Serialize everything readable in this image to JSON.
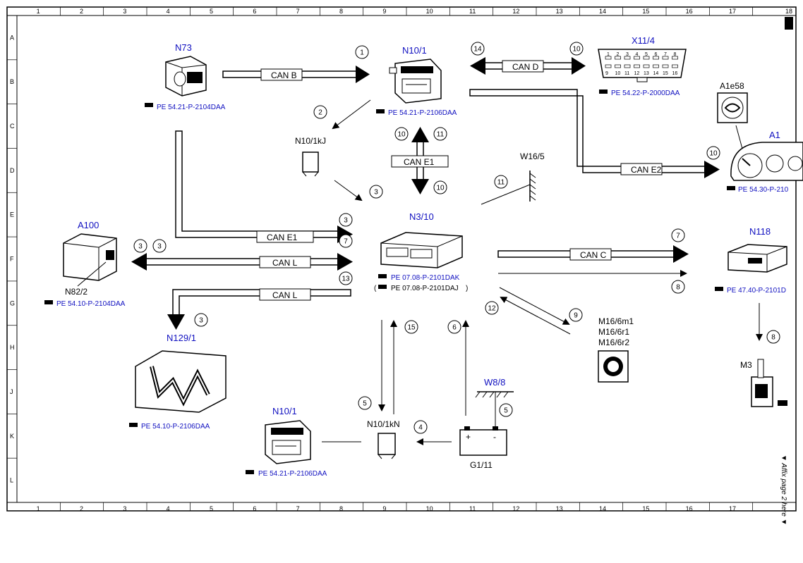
{
  "grid": {
    "columns": [
      "1",
      "2",
      "3",
      "4",
      "5",
      "6",
      "7",
      "8",
      "9",
      "10",
      "11",
      "12",
      "13",
      "14",
      "15",
      "16",
      "17",
      "18"
    ],
    "rows": [
      "A",
      "B",
      "C",
      "D",
      "E",
      "F",
      "G",
      "H",
      "J",
      "K",
      "L"
    ]
  },
  "components": {
    "n73": {
      "label": "N73",
      "ref": "PE 54.21-P-2104DAA"
    },
    "n10_1_top": {
      "label": "N10/1",
      "ref": "PE 54.21-P-2106DAA"
    },
    "x11_4": {
      "label": "X11/4",
      "ref": "PE 54.22-P-2000DAA"
    },
    "a1e58": {
      "label": "A1e58"
    },
    "a1": {
      "label": "A1",
      "ref": "PE 54.30-P-210"
    },
    "n10_1kj": {
      "label": "N10/1kJ"
    },
    "w16_5": {
      "label": "W16/5"
    },
    "a100": {
      "label": "A100"
    },
    "n82_2": {
      "label": "N82/2",
      "ref": "PE 54.10-P-2104DAA"
    },
    "n3_10": {
      "label": "N3/10",
      "ref": "PE 07.08-P-2101DAK",
      "ref_alt": "PE 07.08-P-2101DAJ"
    },
    "n118": {
      "label": "N118",
      "ref": "PE 47.40-P-2101D"
    },
    "n129_1": {
      "label": "N129/1",
      "ref": "PE 54.10-P-2106DAA"
    },
    "m16": {
      "lines": [
        "M16/6m1",
        "M16/6r1",
        "M16/6r2"
      ]
    },
    "m3": {
      "label": "M3"
    },
    "w8_8": {
      "label": "W8/8"
    },
    "n10_1_bottom": {
      "label": "N10/1",
      "ref": "PE 54.21-P-2106DAA"
    },
    "n10_1kn": {
      "label": "N10/1kN"
    },
    "g1_11": {
      "label": "G1/11"
    }
  },
  "buses": {
    "can_b": "CAN B",
    "can_d": "CAN D",
    "can_e1_vert": "CAN E1",
    "can_e2": "CAN E2",
    "can_e1_horiz": "CAN E1",
    "can_l_1": "CAN L",
    "can_l_2": "CAN L",
    "can_c": "CAN C"
  },
  "circle_numbers": [
    "1",
    "2",
    "3",
    "3",
    "3",
    "3",
    "3",
    "13",
    "14",
    "10",
    "10",
    "11",
    "10",
    "10",
    "11",
    "7",
    "8",
    "8",
    "9",
    "12",
    "15",
    "6",
    "5",
    "4",
    "5",
    "7"
  ],
  "affix_note": "▼ Affix page 2 here ▼",
  "corner_mark": "18"
}
